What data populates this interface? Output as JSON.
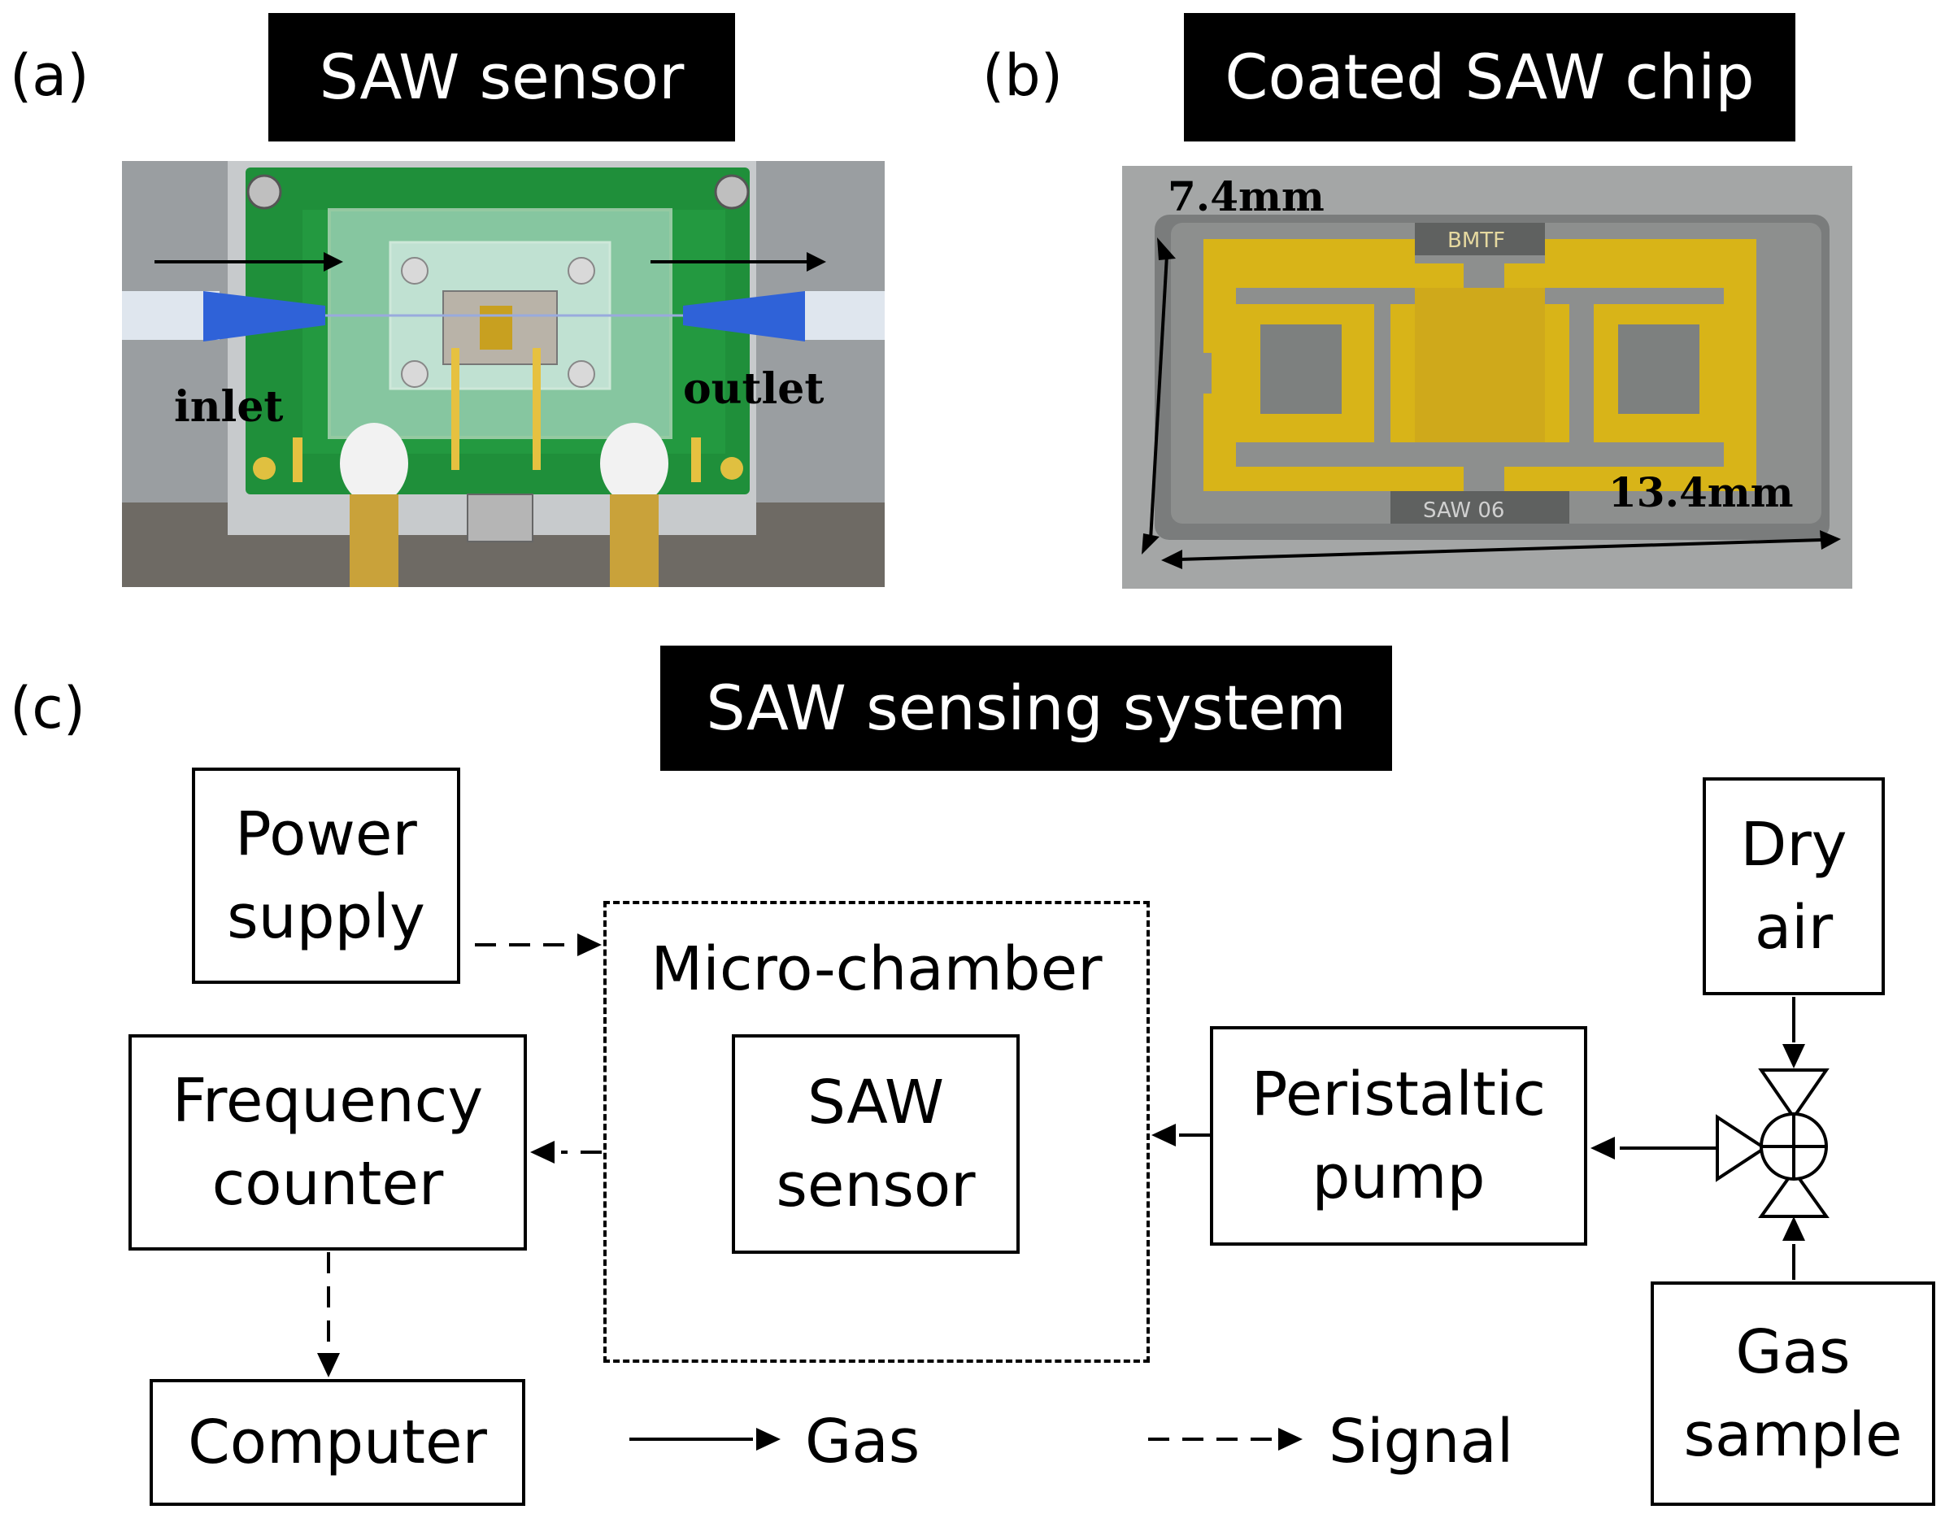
{
  "panels": {
    "a": {
      "letter": "(a)",
      "title": "SAW sensor",
      "photo_labels": {
        "inlet": "inlet",
        "outlet": "outlet"
      }
    },
    "b": {
      "letter": "(b)",
      "title": "Coated SAW chip",
      "photo_labels": {
        "width": "7.4mm",
        "length": "13.4mm",
        "chip_mark_top": "BMTF",
        "chip_mark_bottom": "SAW 06"
      }
    },
    "c": {
      "letter": "(c)",
      "title": "SAW sensing system",
      "boxes": {
        "power_supply": "Power\nsupply",
        "frequency_counter": "Frequency\ncounter",
        "computer": "Computer",
        "micro_chamber": "Micro-chamber",
        "saw_sensor": "SAW\nsensor",
        "peristaltic_pump": "Peristaltic\npump",
        "dry_air": "Dry\nair",
        "gas_sample": "Gas\nsample"
      },
      "legend": {
        "gas": "Gas",
        "signal": "Signal"
      }
    }
  },
  "colors": {
    "title_bg": "#000000",
    "pcb_green": "#1f8f3a",
    "gold": "#d8b418",
    "tube_blue": "#2f62d8"
  }
}
